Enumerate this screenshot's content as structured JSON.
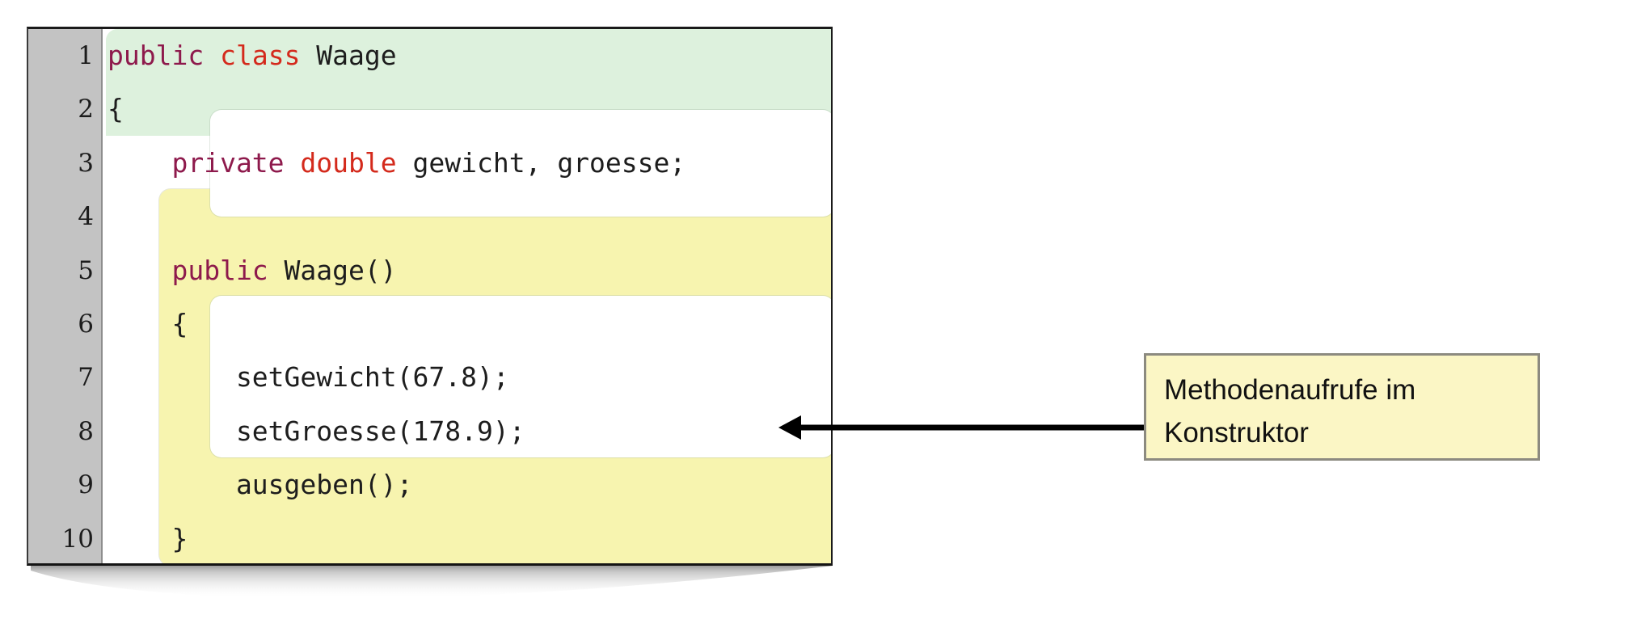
{
  "editor": {
    "gutter": {
      "line_numbers": [
        "1",
        "2",
        "3",
        "4",
        "5",
        "6",
        "7",
        "8",
        "9",
        "10"
      ],
      "background_color": "#c3c3c3"
    },
    "code_lines": [
      {
        "number": "1",
        "segments": [
          {
            "t": "public",
            "k": "kw-mod"
          },
          {
            "t": " ",
            "k": "plain"
          },
          {
            "t": "class",
            "k": "kw-type"
          },
          {
            "t": " Waage",
            "k": "plain"
          }
        ]
      },
      {
        "number": "2",
        "segments": [
          {
            "t": "{",
            "k": "plain"
          }
        ]
      },
      {
        "number": "3",
        "segments": [
          {
            "t": "    private",
            "k": "kw-mod"
          },
          {
            "t": " ",
            "k": "plain"
          },
          {
            "t": "double",
            "k": "kw-type"
          },
          {
            "t": " gewicht, groesse;",
            "k": "plain"
          }
        ]
      },
      {
        "number": "4",
        "segments": [
          {
            "t": "",
            "k": "plain"
          }
        ]
      },
      {
        "number": "5",
        "segments": [
          {
            "t": "    public",
            "k": "kw-mod"
          },
          {
            "t": " Waage()",
            "k": "plain"
          }
        ]
      },
      {
        "number": "6",
        "segments": [
          {
            "t": "    {",
            "k": "plain"
          }
        ]
      },
      {
        "number": "7",
        "segments": [
          {
            "t": "        setGewicht(67.8);",
            "k": "plain"
          }
        ]
      },
      {
        "number": "8",
        "segments": [
          {
            "t": "        setGroesse(178.9);",
            "k": "plain"
          }
        ]
      },
      {
        "number": "9",
        "segments": [
          {
            "t": "        ausgeben();",
            "k": "plain"
          }
        ]
      },
      {
        "number": "10",
        "segments": [
          {
            "t": "    }",
            "k": "plain"
          }
        ]
      }
    ],
    "highlights": [
      {
        "name": "class-declaration-highlight",
        "color": "#ddf1dd",
        "lines": "1-2"
      },
      {
        "name": "field-declaration-highlight",
        "color": "#ffffff",
        "lines": "3-4"
      },
      {
        "name": "constructor-highlight",
        "color": "#f7f4af",
        "lines": "5-6,10"
      },
      {
        "name": "method-calls-highlight",
        "color": "#ffffff",
        "lines": "7-9"
      }
    ]
  },
  "callout": {
    "text_line_1": "Methodenaufrufe im",
    "text_line_2": "Konstruktor",
    "background_color": "#fbf6c5",
    "border_color": "#8c8a80"
  }
}
